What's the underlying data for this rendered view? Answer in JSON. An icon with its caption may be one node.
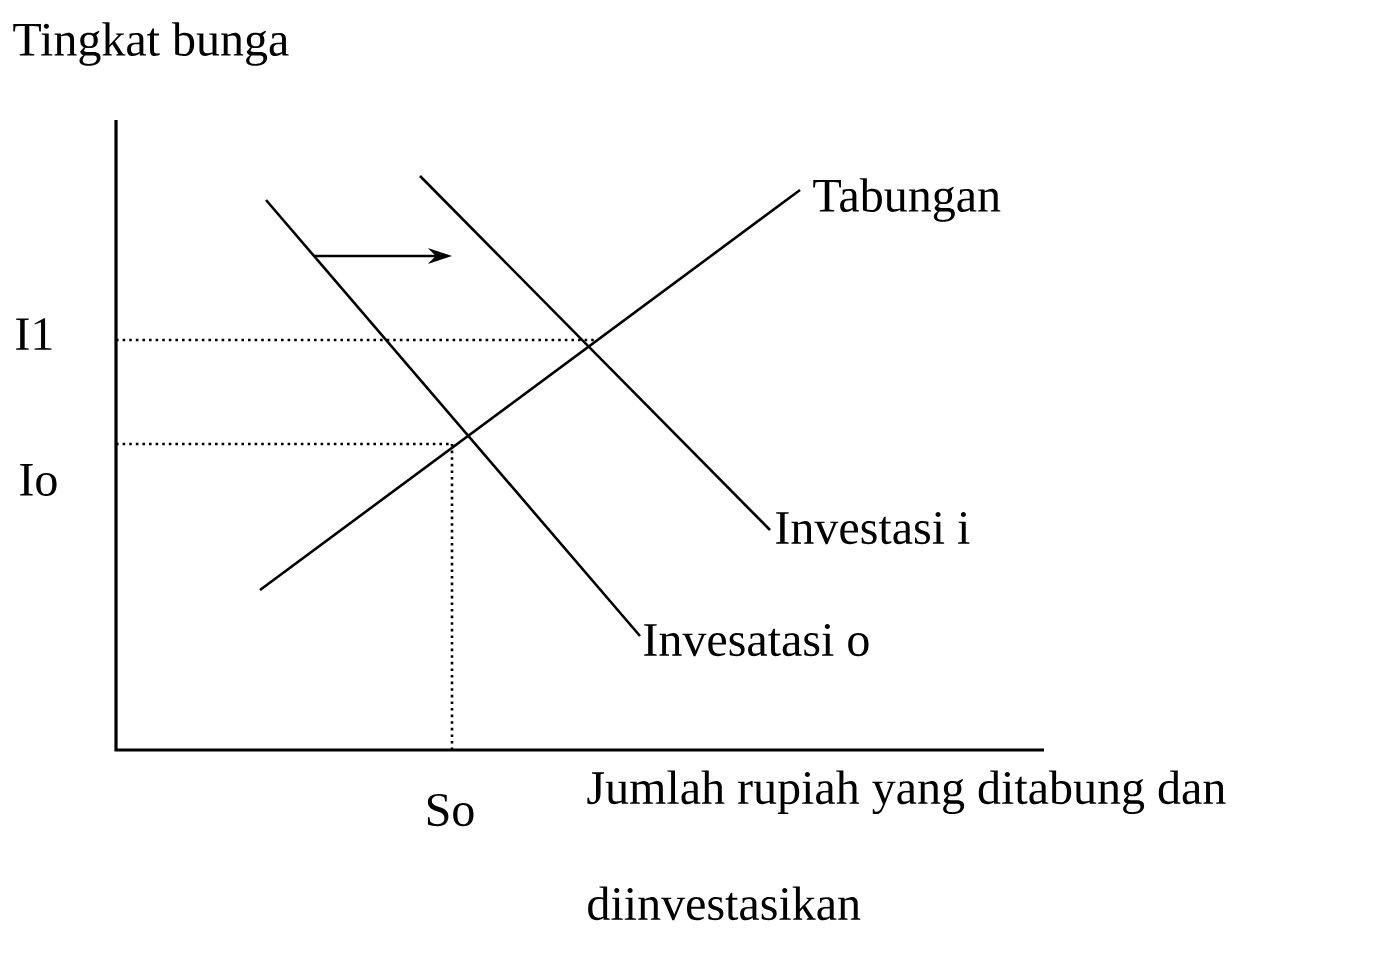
{
  "diagram": {
    "labels": [
      "Tingkat bunga",
      "Tabungan",
      "I1",
      "Io",
      "Investasi i",
      "Invesatasi o",
      "So",
      "Jumlah rupiah yang ditabung dan diinvestasikan"
    ]
  }
}
